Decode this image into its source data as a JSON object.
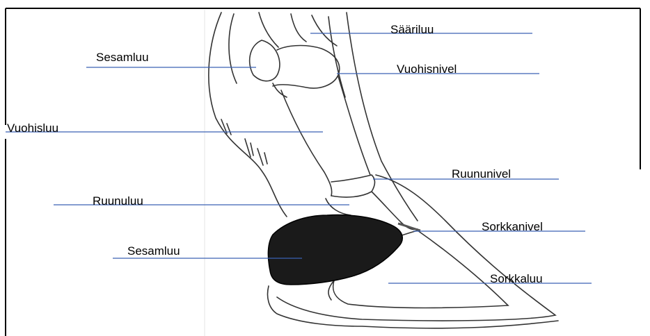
{
  "labels": {
    "saariluu": "Sääriluu",
    "sesamluu_top": "Sesamluu",
    "vuohisnivel": "Vuohisnivel",
    "vuohisluu": "Vuohisluu",
    "ruununivel": "Ruununivel",
    "ruunuluu": "Ruunuluu",
    "sorkkanivel": "Sorkkanivel",
    "sesamluu_bottom": "Sesamluu",
    "sorkkaluu": "Sorkkaluu"
  },
  "colors": {
    "leader_line": "#3a62b4",
    "outline": "#333333",
    "dark_bone": "#1a1a1a",
    "frame": "#000000"
  }
}
